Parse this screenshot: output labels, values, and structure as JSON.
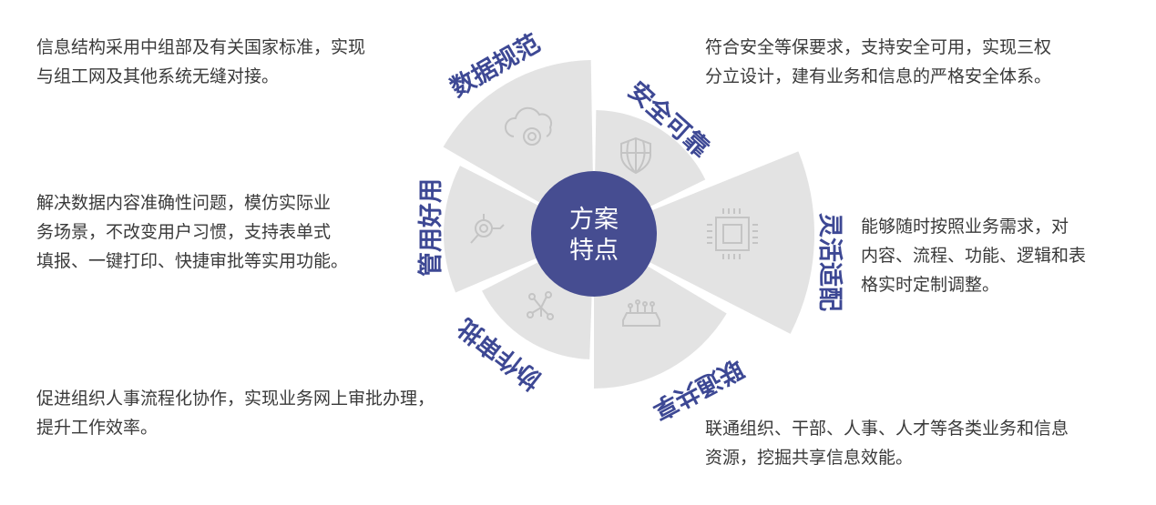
{
  "center": {
    "line1": "方案",
    "line2": "特点"
  },
  "colors": {
    "center": "#464d91",
    "sector": "#e3e3e3",
    "label": "#3d4894"
  },
  "features": [
    {
      "title": "数据规范",
      "icon": "cloud-gear-icon",
      "desc": [
        "信息结构采用中组部及有关国家标准，实现",
        "与组工网及其他系统无缝对接。"
      ]
    },
    {
      "title": "安全可靠",
      "icon": "shield-globe-icon",
      "desc": [
        "符合安全等保要求，支持安全可用，实现三权",
        "分立设计，建有业务和信息的严格安全体系。"
      ]
    },
    {
      "title": "灵活适配",
      "icon": "chip-icon",
      "desc": [
        "能够随时按照业务需求，对",
        "内容、流程、功能、逻辑和表",
        "格实时定制调整。"
      ]
    },
    {
      "title": "联通共享",
      "icon": "book-network-icon",
      "desc": [
        "联通组织、干部、人事、人才等各类业务和信息",
        "资源，挖掘共享信息效能。"
      ]
    },
    {
      "title": "协作审批",
      "icon": "workflow-icon",
      "desc": [
        "促进组织人事流程化协作，实现业务网上审批办理，",
        "提升工作效率。"
      ]
    },
    {
      "title": "管用好用",
      "icon": "magnifier-target-icon",
      "desc": [
        "解决数据内容准确性问题，模仿实际业",
        "务场景，不改变用户习惯，支持表单式",
        "填报、一键打印、快捷审批等实用功能。"
      ]
    }
  ]
}
